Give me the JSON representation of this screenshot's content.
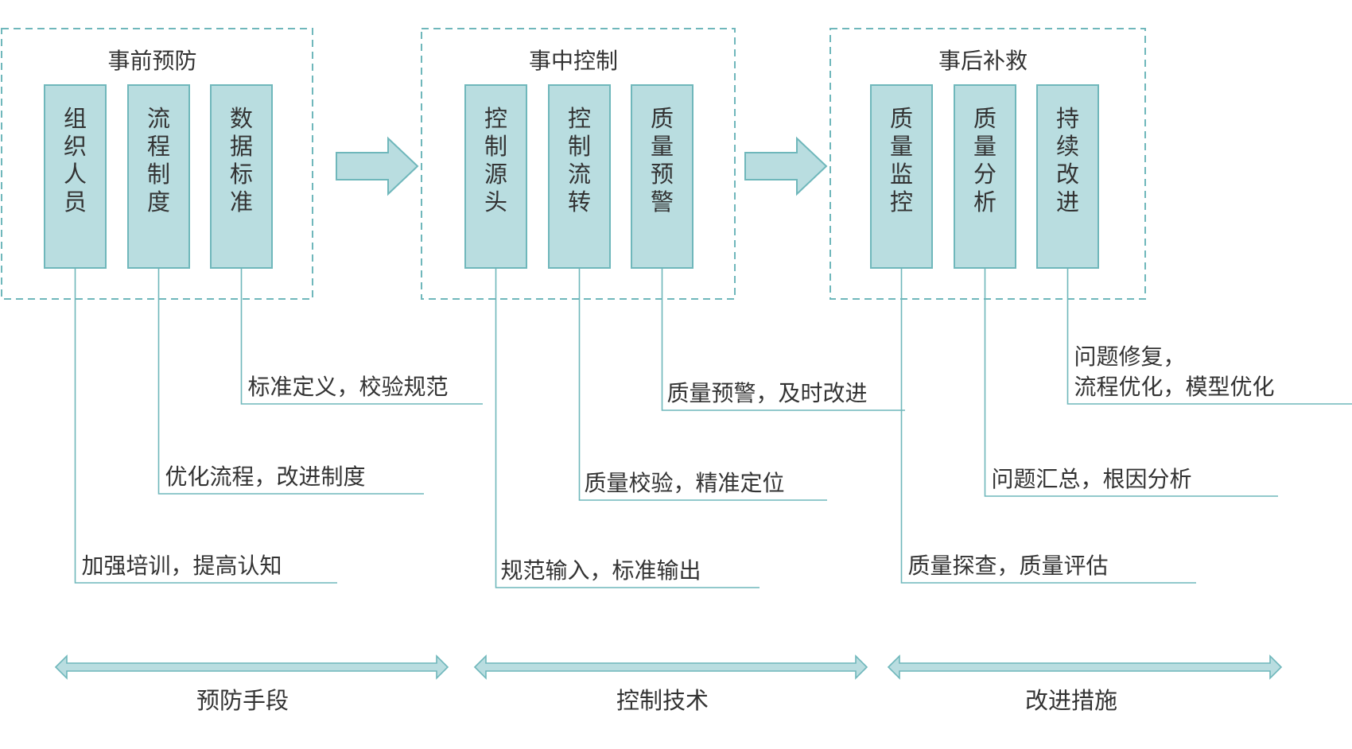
{
  "groups": [
    {
      "title": "事前预防",
      "columns": [
        "组织人员",
        "流程制度",
        "数据标准"
      ],
      "notes": [
        "加强培训，提高认知",
        "优化流程，改进制度",
        "标准定义，校验规范"
      ]
    },
    {
      "title": "事中控制",
      "columns": [
        "控制源头",
        "控制流转",
        "质量预警"
      ],
      "notes": [
        "规范输入，标准输出",
        "质量校验，精准定位",
        "质量预警，及时改进"
      ]
    },
    {
      "title": "事后补救",
      "columns": [
        "质量监控",
        "质量分析",
        "持续改进"
      ],
      "notes": [
        "质量探查，质量评估",
        "问题汇总，根因分析",
        "问题修复，\n流程优化，模型优化"
      ]
    }
  ],
  "bottom": [
    "预防手段",
    "控制技术",
    "改进措施"
  ],
  "colors": {
    "box_fill": "#b9dde0",
    "box_stroke": "#6fb7bb",
    "dash": "#6fb7bb",
    "line": "#6fb7bb",
    "arrow_fill": "#b9dde0"
  }
}
